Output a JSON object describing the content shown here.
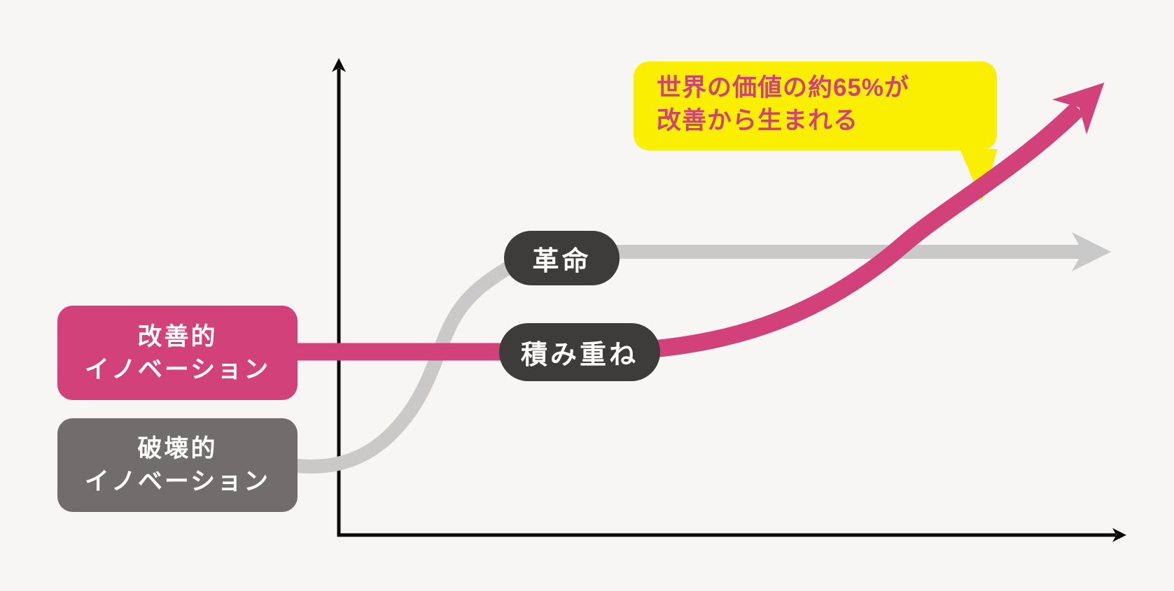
{
  "diagram": {
    "title_hint": "innovation-comparison-diagram",
    "colors": {
      "background": "#f7f6f4",
      "pink": "#d2417a",
      "dark_pill": "#3e3b3b",
      "gray_box": "#716d6c",
      "gray_line": "#c9c9c9",
      "yellow": "#fbef00",
      "axis": "#0b0b0b",
      "text_on_fills": "#ffffff"
    },
    "boxes": {
      "improvement": {
        "line1": "改善的",
        "line2": "イノベーション"
      },
      "disruptive": {
        "line1": "破壊的",
        "line2": "イノベーション"
      }
    },
    "pills": {
      "revolution": "革命",
      "accumulation": "積み重ね"
    },
    "callout": {
      "line1": "世界の価値の約65%が",
      "line2": "改善から生まれる"
    }
  }
}
